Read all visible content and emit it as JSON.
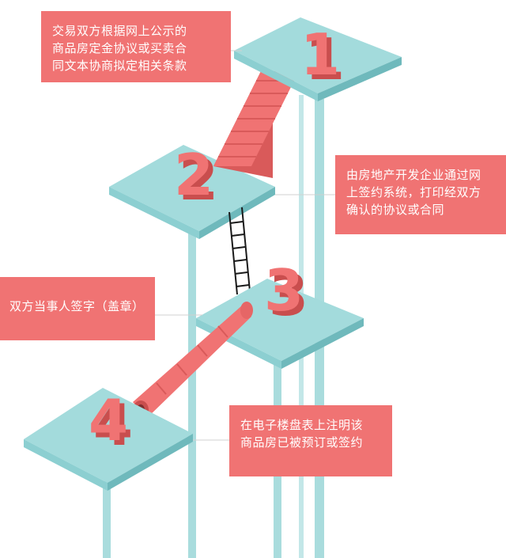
{
  "colors": {
    "platform_top": "#a3dbdc",
    "platform_side": "#7fc4c6",
    "pillar": "#a9dcdd",
    "accent": "#f07373",
    "accent_dark": "#c94e4e",
    "ladder": "#1a1a1a"
  },
  "steps": [
    {
      "number": "1",
      "text_lines": [
        "交易双方根据网上公示的",
        "商品房定金协议或买卖合",
        "同文本协商拟定相关条款"
      ]
    },
    {
      "number": "2",
      "text_lines": [
        "由房地产开发企业通过网",
        "上签约系统，打印经双方",
        "确认的协议或合同"
      ]
    },
    {
      "number": "3",
      "text_lines": [
        "双方当事人签字（盖章）"
      ]
    },
    {
      "number": "4",
      "text_lines": [
        "在电子楼盘表上注明该",
        "商品房已被预订或签约"
      ]
    }
  ],
  "connectors": [
    "stairs",
    "ladder",
    "tube"
  ]
}
